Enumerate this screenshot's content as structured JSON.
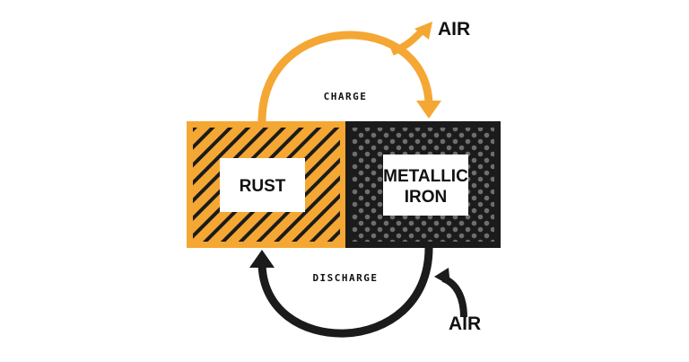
{
  "labels": {
    "rust": "RUST",
    "metallic_line1": "METALLIC",
    "metallic_line2": "IRON",
    "charge": "CHARGE",
    "discharge": "DISCHARGE",
    "air_top": "AIR",
    "air_bottom": "AIR"
  },
  "colors": {
    "rust": "#F5A733",
    "iron": "#1B1B1B",
    "iron_dots": "#6E6E6E",
    "inner_box": "#FFFFFF",
    "text": "#111111"
  }
}
